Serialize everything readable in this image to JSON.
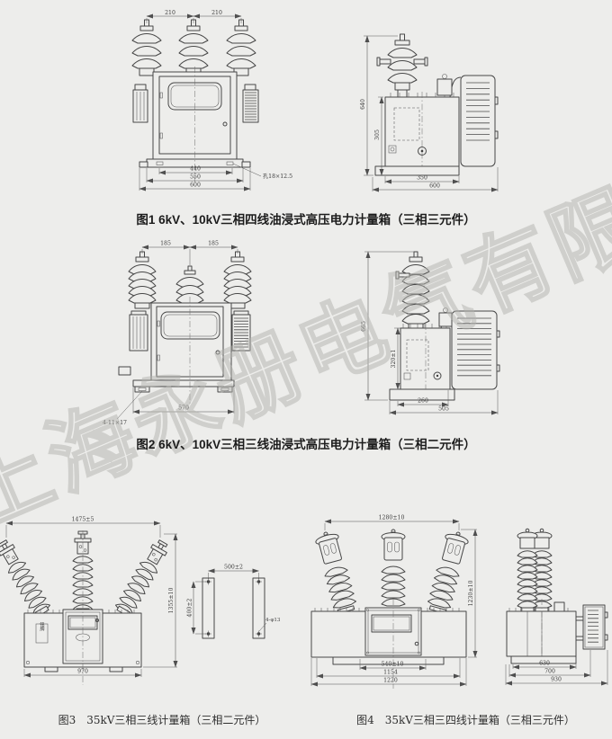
{
  "watermark": {
    "text": "上海永册电气有限公司"
  },
  "fig1": {
    "caption": "图1  6kV、10kV三相四线油浸式高压电力计量箱（三相三元件）",
    "front": {
      "pitch_left": "210",
      "pitch_right": "210",
      "hole_span": "440",
      "body_width": "550",
      "base_width": "600",
      "hole_note": "孔18×12.5"
    },
    "side": {
      "total_height": "640",
      "tank_height": "305",
      "tank_depth": "350",
      "total_depth": "600"
    }
  },
  "fig2": {
    "caption": "图2  6kV、10kV三相三线油浸式高压电力计量箱（三相二元件）",
    "front": {
      "pitch_left": "185",
      "pitch_right": "185",
      "base_width": "570",
      "hole_note": "4-11×17"
    },
    "side": {
      "total_height": "665",
      "tank_height": "320±1",
      "tank_depth": "260",
      "total_depth": "505"
    }
  },
  "fig3": {
    "caption": "图3　35kV三相三线计量箱（三相二元件）",
    "front": {
      "total_width": "1475±5",
      "total_height": "1355±10",
      "base_width": "970",
      "nameplate": "铭牌"
    },
    "detail": {
      "hole_h_span": "500±2",
      "hole_v_span": "400±2",
      "hole_note": "4-φ13"
    }
  },
  "fig4": {
    "caption": "图4　35kV三相三四线计量箱（三相三元件）",
    "front": {
      "total_width": "1280±10",
      "total_height": "1230±10",
      "door_width": "540±10",
      "body_width": "1154",
      "base_width": "1220"
    },
    "side": {
      "tank_depth": "630",
      "mid_depth": "700",
      "total_depth": "930"
    }
  }
}
